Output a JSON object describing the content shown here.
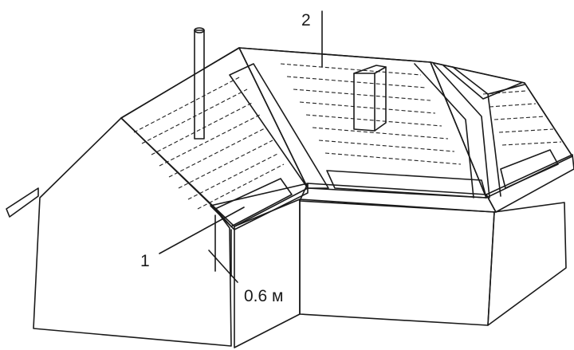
{
  "labels": {
    "underlay_callout": "1",
    "membrane_callout": "2",
    "overlap_dimension": "0.6 м"
  },
  "colors": {
    "roof_covering": "#e6d8d4",
    "underlay_strip": "#bcbcbc",
    "wall": "#ffffff",
    "outline": "#1a1a1a"
  }
}
